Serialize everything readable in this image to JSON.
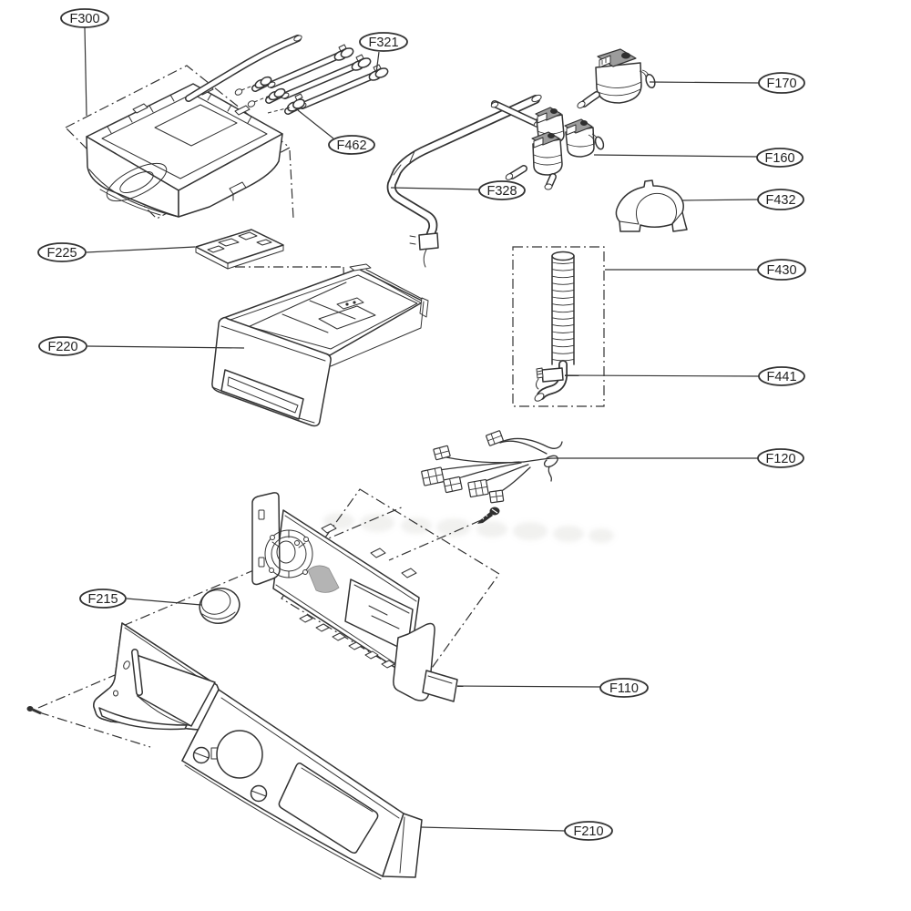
{
  "diagram": {
    "type": "exploded-parts-diagram",
    "callouts": [
      {
        "text": "F300"
      },
      {
        "text": "F321"
      },
      {
        "text": "F462"
      },
      {
        "text": "F170"
      },
      {
        "text": "F160"
      },
      {
        "text": "F328"
      },
      {
        "text": "F432"
      },
      {
        "text": "F225"
      },
      {
        "text": "F430"
      },
      {
        "text": "F220"
      },
      {
        "text": "F441"
      },
      {
        "text": "F120"
      },
      {
        "text": "F215"
      },
      {
        "text": "F110"
      },
      {
        "text": "F210"
      }
    ],
    "colors": {
      "background": "#ffffff",
      "line": "#333333",
      "solenoid_gray": "#9c9c9c",
      "ribbon_gray": "#b4b4b4",
      "watermark": "#a9a99d"
    }
  }
}
